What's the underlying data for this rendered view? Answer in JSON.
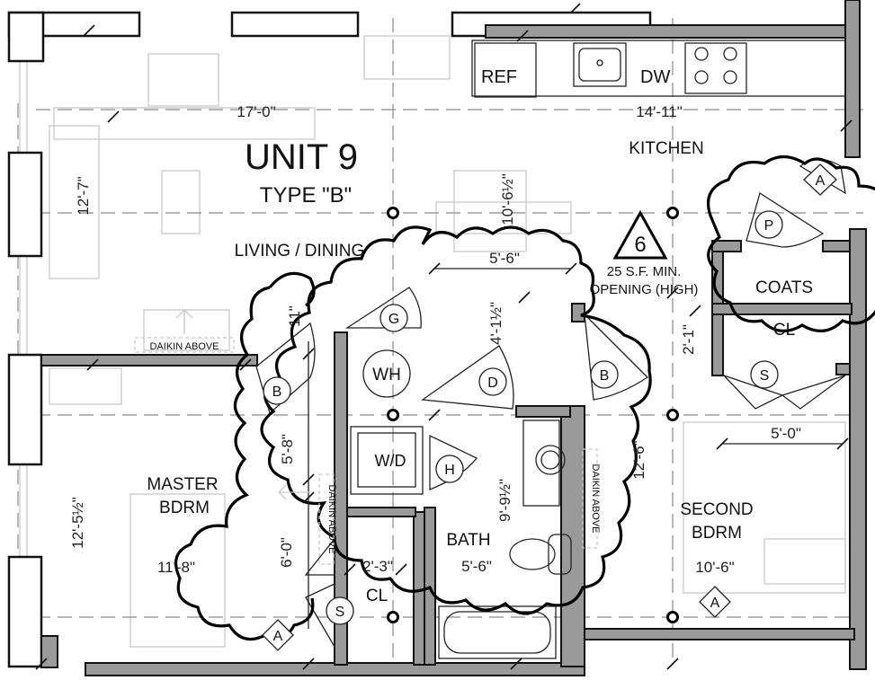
{
  "unit": {
    "title": "UNIT 9",
    "type": "TYPE \"B\""
  },
  "rooms": {
    "living_dining": "LIVING / DINING",
    "kitchen": "KITCHEN",
    "master": "MASTER",
    "master_line2": "BDRM",
    "second": "SECOND",
    "second_line2": "BDRM",
    "bath": "BATH",
    "closet": "CL",
    "closet2": "CL",
    "coats": "COATS"
  },
  "appliances": {
    "ref": "REF",
    "dw": "DW",
    "wh": "WH",
    "wd": "W/D"
  },
  "dimensions": {
    "living_width": "17'-0\"",
    "kitchen_width": "14'-11\"",
    "living_depth": "12'-7\"",
    "dining_depth": "10'-6½\"",
    "hall_width": "5'-6\"",
    "hall_depth": "4'-1½\"",
    "closet_depth": "11\"",
    "coats_depth": "2'-1\"",
    "master_hall": "5'-8\"",
    "master_depth": "12'-5½\"",
    "master_width": "11'-8\"",
    "closet_depth2": "6'-0\"",
    "closet_width": "2'-3\"",
    "bath_depth": "9'-9½\"",
    "bath_width": "5'-6\"",
    "second_depth": "12'-6\"",
    "second_hall": "5'-0\"",
    "second_width": "10'-6\""
  },
  "notes": {
    "revision_number": "6",
    "opening_note_1": "25 S.F. MIN.",
    "opening_note_2": "OPENING (HIGH)",
    "daikin_1": "DAIKIN ABOVE",
    "daikin_2": "DAIKIN ABOVE",
    "daikin_3": "DAIKIN ABOVE"
  },
  "door_tags": {
    "a1": "A",
    "a2": "A",
    "a3": "A",
    "b1": "B",
    "b2": "B",
    "d": "D",
    "g": "G",
    "h": "H",
    "p": "P",
    "s1": "S",
    "s2": "S"
  }
}
